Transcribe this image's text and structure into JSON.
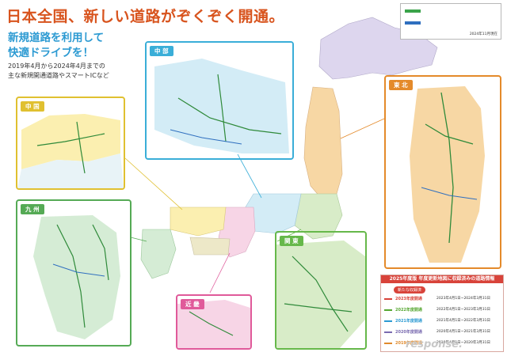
{
  "header": {
    "title": "日本全国、新しい道路がぞくぞく開通。",
    "subtitle_line1": "新規道路を利用して",
    "subtitle_line2": "快適ドライブを！",
    "note_line1": "2019年4月から2024年4月までの",
    "note_line2": "主な新規開通道路やスマートICなど"
  },
  "regions": {
    "chubu": "中 部",
    "chugoku": "中 国",
    "kyushu": "九 州",
    "kinki": "近 畿",
    "kanto": "関 東",
    "tohoku": "東 北"
  },
  "legend": {
    "date": "2024年11月現在"
  },
  "panel": {
    "heading": "2025年度版 年度更新地図に収録済みの道路情報",
    "bubble": "新たな収録済",
    "rows": [
      {
        "label": "2023年度開通",
        "range": "2023年4月1日~2024年3月31日",
        "color": "#d8433a"
      },
      {
        "label": "2022年度開通",
        "range": "2022年4月1日~2023年3月31日",
        "color": "#55a630"
      },
      {
        "label": "2021年度開通",
        "range": "2021年4月1日~2022年3月31日",
        "color": "#2c9ad2"
      },
      {
        "label": "2020年度開通",
        "range": "2020年4月1日~2021年3月31日",
        "color": "#7a6bb0"
      },
      {
        "label": "2019年度開通",
        "range": "2019年4月1日~2020年3月31日",
        "color": "#e08a2c"
      }
    ]
  },
  "colors": {
    "accent_orange": "#d8541e",
    "accent_blue": "#2c9ad2",
    "legend_green": "#3aa34a",
    "legend_blue": "#2f6fbf",
    "chubu_frame": "#3aaed8",
    "chugoku_frame": "#e0c030",
    "kyushu_frame": "#55aa55",
    "kinki_frame": "#e05a9a",
    "kanto_frame": "#66b84a",
    "tohoku_frame": "#e48a2a",
    "hokkaido_land": "#ddd6ee",
    "tohoku_land": "#f7d7a4",
    "kanto_land": "#d8ecc8",
    "chubu_land": "#d3ecf6",
    "kinki_land": "#f7d5e6",
    "chugoku_land": "#fbefb0",
    "kyushu_land": "#d5ecd5"
  },
  "watermark": "response."
}
